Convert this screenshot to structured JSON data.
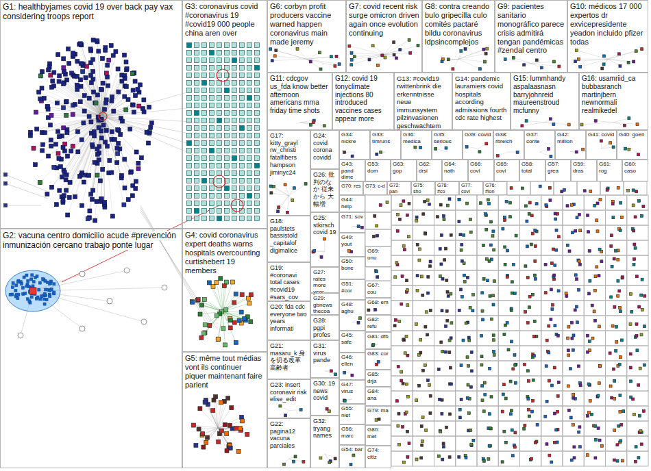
{
  "diagram": {
    "nodes": [
      {
        "text": [
          "G1: healthbyjames covid 19 over back pay vax considering troops report"
        ]
      },
      {
        "text": [
          "G2: vacuna centro domicilio acude #prevención inmunización cercano trabajo ponte lugar"
        ]
      },
      {
        "text": [
          "G3: coronavirus covid #coronavirus 19 #covid19 000 people china aren over"
        ]
      },
      {
        "text": [
          "G4: covid coronavirus expert deaths warns hospitals overcounting curtishebert 19 members"
        ]
      },
      {
        "text": [
          "G5: même tout médias vont ils continuer piquer maintenant faire parlent"
        ]
      },
      {
        "text": [
          "G6: corbyn profit producers vaccine warned happen coronavirus main made jeremy"
        ]
      },
      {
        "text": [
          "G7: covid recent risk surge omicron driven again once evolution continuing"
        ]
      },
      {
        "text": [
          "G8: contra creando bulo gripecilla culo comités pactaré bildu coronavirus ldpsincomplejos"
        ]
      },
      {
        "text": [
          "G9: pacientes sanitario monográfico parece crisis admitirá tengan pandémicas #zendal centro"
        ]
      },
      {
        "text": [
          "G10: médicos 17 000 expertos dr exvicepresidente yeadon incluido pfizer todas"
        ]
      },
      {
        "text": [
          "G11: cdcgov us_fda know better afternoon americans mrna friday time shots"
        ]
      },
      {
        "text": [
          "G12: covid 19 tonyclimate injections 80 introduced vaccines cases appear more"
        ]
      },
      {
        "text": [
          "G13: #covid19 rwittenbrink die erkenntnisse neue immunsystem pilzinvasionen geschwächtem"
        ]
      },
      {
        "text": [
          "G14: pandemic lauramiers covid hospitals according admissions fourth cdc rate highest"
        ]
      },
      {
        "text": [
          "G15: lummhandy aspalaasnasn barryjohnreid maureenstroud mcfunny"
        ]
      },
      {
        "text": [
          "G16: usamriid_ca bubbasranch martinjbern newnormali realmikedel"
        ]
      },
      {
        "text": [
          "G17: kitty_grayl rw_christi fatalfibers hampson jiminyc24"
        ]
      },
      {
        "text": [
          "G18: paulstets bassistold _capitalof digimalice"
        ]
      },
      {
        "text": [
          "G19: #coronavi total cases #covid19 #sars_cov"
        ]
      },
      {
        "text": [
          "G20: fda cdc everyone two years informati"
        ]
      },
      {
        "text": [
          "G21: masaru_k 身を切る改革 高齢者"
        ]
      },
      {
        "text": [
          "G23: insert coronavir risk elise_edit"
        ]
      },
      {
        "text": [
          "G22: pagina12 vacuna parciales"
        ]
      },
      {
        "text": [
          "G24: covid corona covidd"
        ]
      },
      {
        "text": [
          "G26: 批判のなか 従来から 大幅増"
        ]
      },
      {
        "text": [
          "G25: stkirsch covid 19"
        ]
      },
      {
        "text": [
          "G27: rates more year"
        ]
      },
      {
        "text": [
          "G29: gbnews thecoa"
        ]
      },
      {
        "text": [
          "G28: pgpi profes"
        ]
      },
      {
        "text": [
          "G31: virus pande"
        ]
      },
      {
        "text": [
          "G30: 19 news covid"
        ]
      },
      {
        "text": [
          "G32: tryang names"
        ]
      },
      {
        "text": [
          "G34: nickre"
        ]
      },
      {
        "text": [
          "G33: timruns"
        ]
      },
      {
        "text": [
          "G36: medica"
        ]
      },
      {
        "text": [
          "G35: serious"
        ]
      },
      {
        "text": [
          "G39: covid"
        ]
      },
      {
        "text": [
          "G38: rbreich"
        ]
      },
      {
        "text": [
          "G37: conte"
        ]
      },
      {
        "text": [
          "G42: million"
        ]
      },
      {
        "text": [
          "G41: covid"
        ]
      },
      {
        "text": [
          "G40: goeri"
        ]
      },
      {
        "text": [
          "G43: pand dime"
        ]
      },
      {
        "text": [
          "G53: dom"
        ]
      },
      {
        "text": [
          "G63: gop"
        ]
      },
      {
        "text": [
          "G62: drsi"
        ]
      },
      {
        "text": [
          "G64: nath"
        ]
      },
      {
        "text": [
          "G66: covi"
        ]
      },
      {
        "text": [
          "G65: covi"
        ]
      },
      {
        "text": [
          "G58: total"
        ]
      },
      {
        "text": [
          "G57: grea"
        ]
      },
      {
        "text": [
          "G59: dras"
        ]
      },
      {
        "text": [
          "G61: rog"
        ]
      },
      {
        "text": [
          "G60: caso"
        ]
      },
      {
        "text": [
          "G70: res"
        ]
      },
      {
        "text": [
          "G73: c-d"
        ]
      },
      {
        "text": [
          "G72: pan"
        ]
      },
      {
        "text": [
          "G75: sho"
        ]
      },
      {
        "text": [
          "G78: #co"
        ]
      },
      {
        "text": [
          "G77: covi"
        ]
      },
      {
        "text": [
          "G76: #lon"
        ]
      },
      {
        "text": [
          "G44: help"
        ]
      },
      {
        "text": [
          "G71: sov"
        ]
      },
      {
        "text": [
          "G49: yout"
        ]
      },
      {
        "text": [
          "G69: unu"
        ]
      },
      {
        "text": [
          "G50: bone"
        ]
      },
      {
        "text": [
          "G51: #cor"
        ]
      },
      {
        "text": [
          "G67: cou"
        ]
      },
      {
        "text": [
          "G68: em"
        ]
      },
      {
        "text": [
          "G48: aghu"
        ]
      },
      {
        "text": [
          "G82: refu"
        ]
      },
      {
        "text": [
          "G81: dfb"
        ]
      },
      {
        "text": [
          "G45: safe"
        ]
      },
      {
        "text": [
          "G83: cor"
        ]
      },
      {
        "text": [
          "G46: ellen"
        ]
      },
      {
        "text": [
          "G85: drja"
        ]
      },
      {
        "text": [
          "G47: virus"
        ]
      },
      {
        "text": [
          "G84: ana"
        ]
      },
      {
        "text": [
          "G55: niet"
        ]
      },
      {
        "text": [
          "G79: ma"
        ]
      },
      {
        "text": [
          "G56: marc"
        ]
      },
      {
        "text": [
          "G80: met"
        ]
      },
      {
        "text": [
          "G54: bar"
        ]
      },
      {
        "text": [
          "G74: citiz"
        ]
      }
    ]
  }
}
